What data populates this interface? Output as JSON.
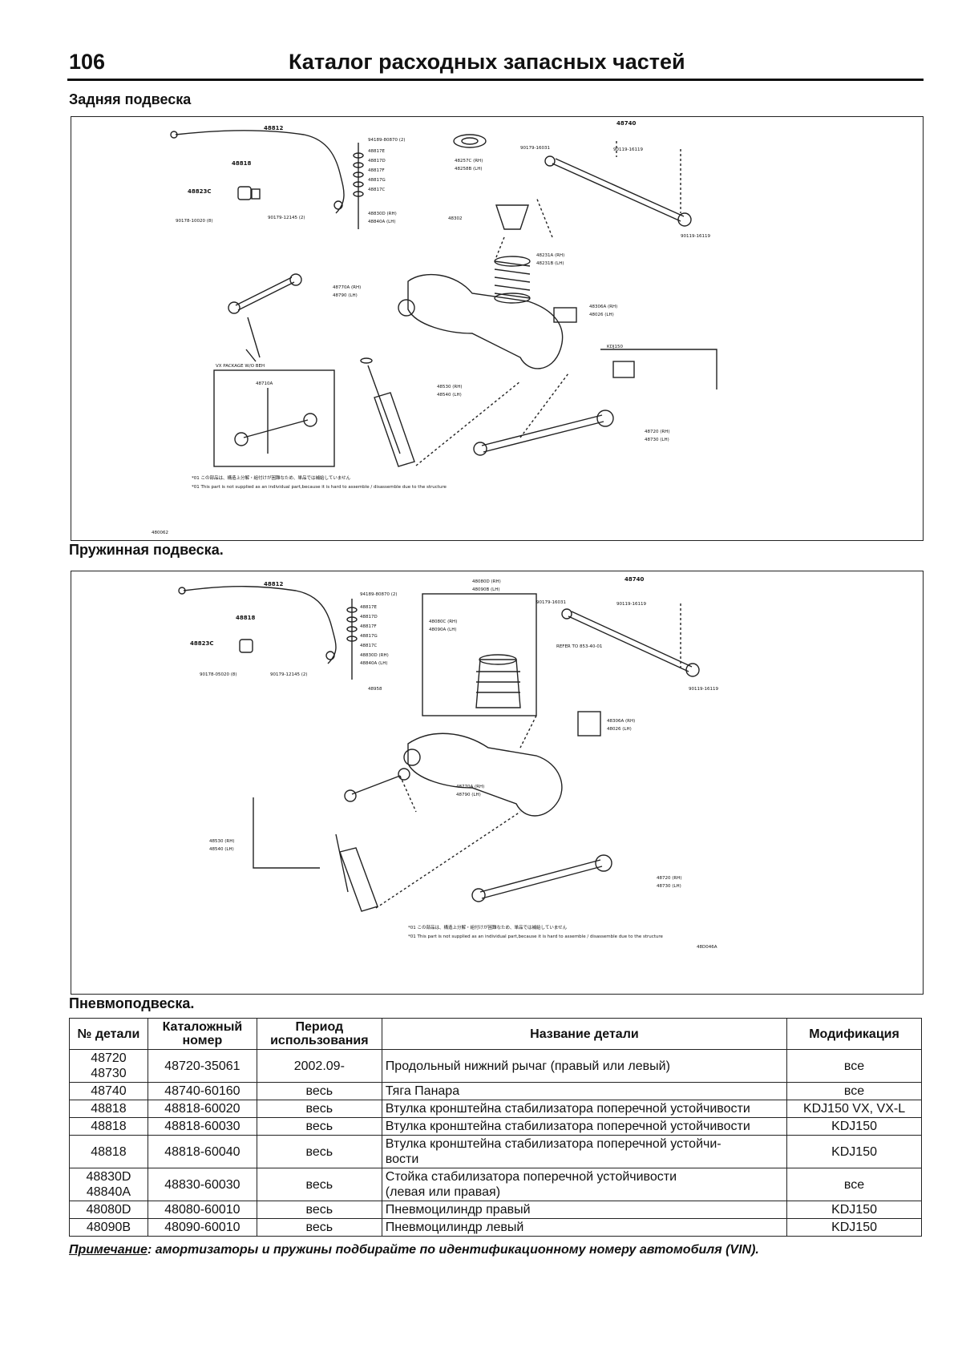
{
  "header": {
    "page_number": "106",
    "title": "Каталог расходных запасных частей"
  },
  "sections": [
    {
      "caption": "Задняя подвеска",
      "labels": {
        "p48812": "48812",
        "p48818": "48818",
        "p48823": "48823C",
        "p90178": "90178-10020 (8)",
        "p90179": "90179-12145 (2)",
        "p94189": "94189-80870 (2)",
        "p48817a": "48817E",
        "p48817b": "48817D",
        "p48817c": "48817F",
        "p48817d": "48817G",
        "p48817e": "48817C",
        "p48830": "48830D (RH)",
        "p48840": "48840A (LH)",
        "p48257": "48257C (RH)",
        "p48258": "48258B (LH)",
        "p48302": "48302",
        "p48231": "48231A (RH)",
        "p48231b": "48231B (LH)",
        "p48740": "48740",
        "p90179b": "90179-16031",
        "p90119": "90119-16119",
        "p90119b": "90119-16119",
        "p48770": "48770A (RH)",
        "p48790": "48790 (LH)",
        "p48306": "48306A (RH)",
        "p48026": "48026 (LH)",
        "p48530": "48530 (RH)",
        "p48540": "48540 (LH)",
        "p48720": "48720 (RH)",
        "p48730": "48730 (LH)",
        "p48710": "48710A",
        "pkdj": "KDJ150",
        "pvx": "VX PACKAGE W/O BEH",
        "pn1": "*01  この部品は、構造上分解・組付けが困難なため、単品では補給していません",
        "pn2": "*01  This part is not supplied as an individual part,because it is hard to assemble / disassemble due to the structure",
        "code": "480062"
      }
    },
    {
      "caption": "Пружинная подвеска.",
      "labels": {
        "p48812": "48812",
        "p48818": "48818",
        "p48823": "48823C",
        "p90178": "90178-05020 (8)",
        "p90179": "90179-12145 (2)",
        "p94189": "94189-80870 (2)",
        "p48817a": "48817E",
        "p48817b": "48817D",
        "p48817c": "48817F",
        "p48817d": "48817G",
        "p48817e": "48817C",
        "p48830": "48830D (RH)",
        "p48840": "48840A (LH)",
        "p48958": "48958",
        "p48080": "48080D (RH)",
        "p48090": "48090B (LH)",
        "p48080c": "48080C (RH)",
        "p48090a": "48090A (LH)",
        "p48740": "48740",
        "p90179b": "90179-16031",
        "p90119": "90119-16119",
        "p90119b": "90119-16119",
        "p48770": "48770A (RH)",
        "p48790": "48790 (LH)",
        "p48306": "48306A (RH)",
        "p48026": "48026 (LH)",
        "p48530": "48530 (RH)",
        "p48540": "48540 (LH)",
        "p48720": "48720 (RH)",
        "p48730": "48730 (LH)",
        "prefer": "REFER TO 853-40-01",
        "pn1": "*01  この部品は、構造上分解・組付けが困難なため、単品では補給していません",
        "pn2": "*01  This part is not supplied as an individual part,because it is hard to assemble / disassemble due to the structure",
        "code": "48D046A"
      }
    }
  ],
  "caption_bottom": "Пневмоподвеска.",
  "table": {
    "headers": [
      "№ детали",
      "Каталожный номер",
      "Период использования",
      "Название детали",
      "Модификация"
    ],
    "rows": [
      [
        "48720\n48730",
        "48720-35061",
        "2002.09-",
        "Продольный нижний рычаг (правый или левый)",
        "все"
      ],
      [
        "48740",
        "48740-60160",
        "весь",
        "Тяга Панара",
        "все"
      ],
      [
        "48818",
        "48818-60020",
        "весь",
        "Втулка кронштейна стабилизатора поперечной устойчивости",
        "KDJ150 VX, VX-L"
      ],
      [
        "48818",
        "48818-60030",
        "весь",
        "Втулка кронштейна стабилизатора поперечной устойчивости",
        "KDJ150"
      ],
      [
        "48818",
        "48818-60040",
        "весь",
        "Втулка кронштейна стабилизатора поперечной устойчи-\nвости",
        "KDJ150"
      ],
      [
        "48830D\n48840A",
        "48830-60030",
        "весь",
        "Стойка стабилизатора поперечной устойчивости\n(левая или правая)",
        "все"
      ],
      [
        "48080D",
        "48080-60010",
        "весь",
        "Пневмоцилиндр правый",
        "KDJ150"
      ],
      [
        "48090B",
        "48090-60010",
        "весь",
        "Пневмоцилиндр левый",
        "KDJ150"
      ]
    ]
  },
  "note": {
    "label": "Примечание",
    "text": ": амортизаторы и пружины подбирайте по идентификационному номеру автомобиля (VIN)."
  }
}
